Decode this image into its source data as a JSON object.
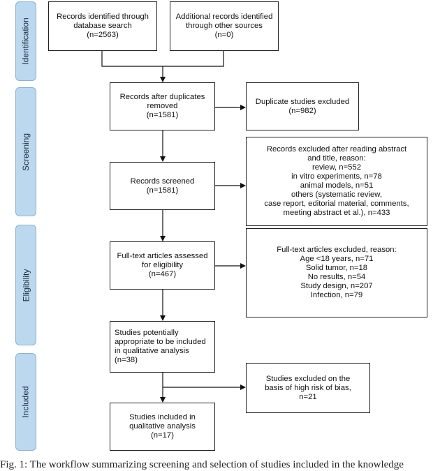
{
  "stages": {
    "identification": "Identification",
    "screening": "Screening",
    "eligibility": "Eligibility",
    "included": "Included"
  },
  "boxes": {
    "database_search": "Records identified through\ndatabase search\n(n=2563)",
    "other_sources": "Additional records identified\nthrough other sources\n(n=0)",
    "duplicates_removed": "Records after duplicates\nremoved\n(n=1581)",
    "duplicates_excluded": "Duplicate studies excluded\n(n=982)",
    "records_screened": "Records screened\n(n=1581)",
    "records_excluded": "Records excluded after reading abstract\nand title, reason:\nreview, n=552\nin vitro experiments, n=78\nanimal models, n=51\nothers (systematic review,\ncase report, editorial material, comments,\nmeeting abstract et al.), n=433",
    "fulltext_assessed": "Full-text articles assessed\nfor eligibility\n(n=467)",
    "fulltext_excluded": "Full-text articles excluded, reason:\nAge <18 years, n=71\nSolid tumor, n=18\nNo results, n=54\nStudy design, n=207\nInfection, n=79",
    "potentially_appropriate": "Studies potentially\nappropriate to be included\nin qualitative analysis\n(n=38)",
    "excluded_bias": "Studies excluded on the\nbasis of high risk of bias,\nn=21",
    "included_qualitative": "Studies included in\nqualitative analysis\n(n=17)"
  },
  "caption": "Fig. 1: The workflow summarizing screening and selection of studies included in the knowledge"
}
